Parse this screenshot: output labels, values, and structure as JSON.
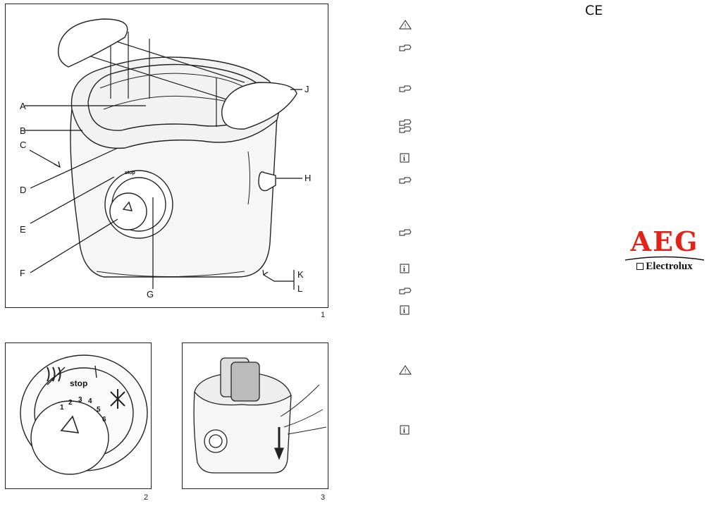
{
  "figures": [
    {
      "number": "1"
    },
    {
      "number": "2"
    },
    {
      "number": "3"
    }
  ],
  "callouts": [
    "A",
    "B",
    "C",
    "D",
    "E",
    "F",
    "G",
    "H",
    "J",
    "K",
    "L"
  ],
  "dial": {
    "buttons": [
      "stop"
    ],
    "numbers": [
      "1",
      "2",
      "3",
      "4",
      "5",
      "6"
    ]
  },
  "ce_mark": "CE",
  "brand": {
    "logo_text": "AEG",
    "sub_text": "Electrolux",
    "color": "#e2231a"
  },
  "margin_markers": [
    "warning-icon",
    "hand-icon",
    "hand-icon",
    "hand-icon",
    "hand-icon",
    "info-icon",
    "hand-icon",
    "hand-icon",
    "info-icon",
    "hand-icon",
    "info-icon",
    "warning-icon",
    "info-icon"
  ]
}
